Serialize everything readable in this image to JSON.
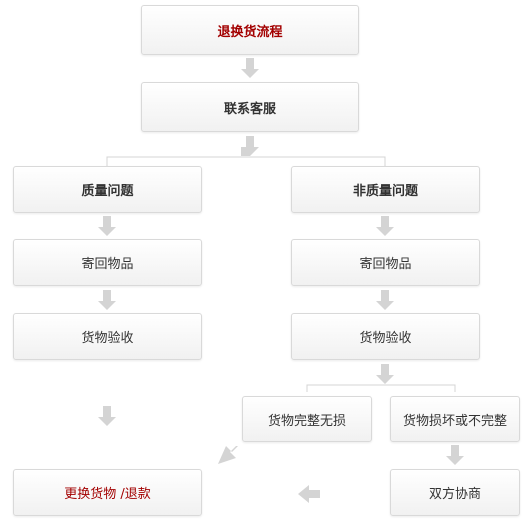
{
  "colors": {
    "title": "#a30000",
    "text": "#333333",
    "arrow": "#d4d4d4",
    "border": "#d9d9d9"
  },
  "nodes": {
    "title": "退换货流程",
    "contact_service": "联系客服",
    "quality_issue": "质量问题",
    "non_quality_issue": "非质量问题",
    "return_goods_left": "寄回物品",
    "return_goods_right": "寄回物品",
    "inspect_left": "货物验收",
    "inspect_right": "货物验收",
    "intact": "货物完整无损",
    "damaged": "货物损坏或不完整",
    "exchange_refund": "更换货物 /退款",
    "negotiate": "双方协商"
  }
}
